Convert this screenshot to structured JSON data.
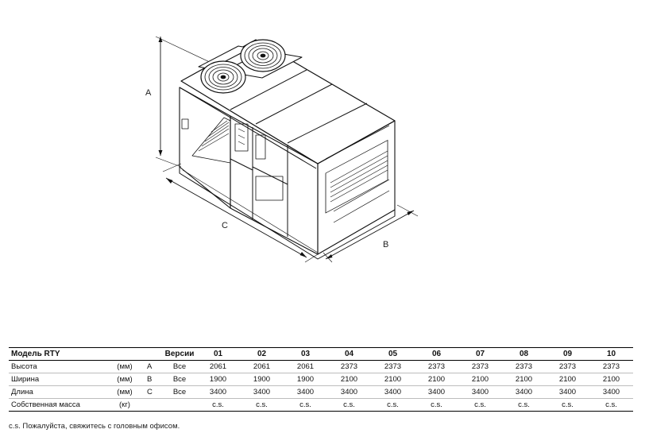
{
  "dimensions": {
    "a": "A",
    "b": "B",
    "c": "C"
  },
  "table": {
    "model_header": "Модель RTY",
    "versions_header": "Версии",
    "version_codes": [
      "01",
      "02",
      "03",
      "04",
      "05",
      "06",
      "07",
      "08",
      "09",
      "10"
    ],
    "rows": [
      {
        "name": "Высота",
        "unit": "(мм)",
        "symbol": "A",
        "version": "Все",
        "values": [
          "2061",
          "2061",
          "2061",
          "2373",
          "2373",
          "2373",
          "2373",
          "2373",
          "2373",
          "2373"
        ]
      },
      {
        "name": "Ширина",
        "unit": "(мм)",
        "symbol": "B",
        "version": "Все",
        "values": [
          "1900",
          "1900",
          "1900",
          "2100",
          "2100",
          "2100",
          "2100",
          "2100",
          "2100",
          "2100"
        ]
      },
      {
        "name": "Длина",
        "unit": "(мм)",
        "symbol": "C",
        "version": "Все",
        "values": [
          "3400",
          "3400",
          "3400",
          "3400",
          "3400",
          "3400",
          "3400",
          "3400",
          "3400",
          "3400"
        ]
      },
      {
        "name": "Собственная масса",
        "unit": "(кг)",
        "symbol": "",
        "version": "",
        "values": [
          "c.s.",
          "c.s.",
          "c.s.",
          "c.s.",
          "c.s.",
          "c.s.",
          "c.s.",
          "c.s.",
          "c.s.",
          "c.s."
        ]
      }
    ]
  },
  "footnote": "c.s. Пожалуйста, свяжитесь с головным офисом."
}
